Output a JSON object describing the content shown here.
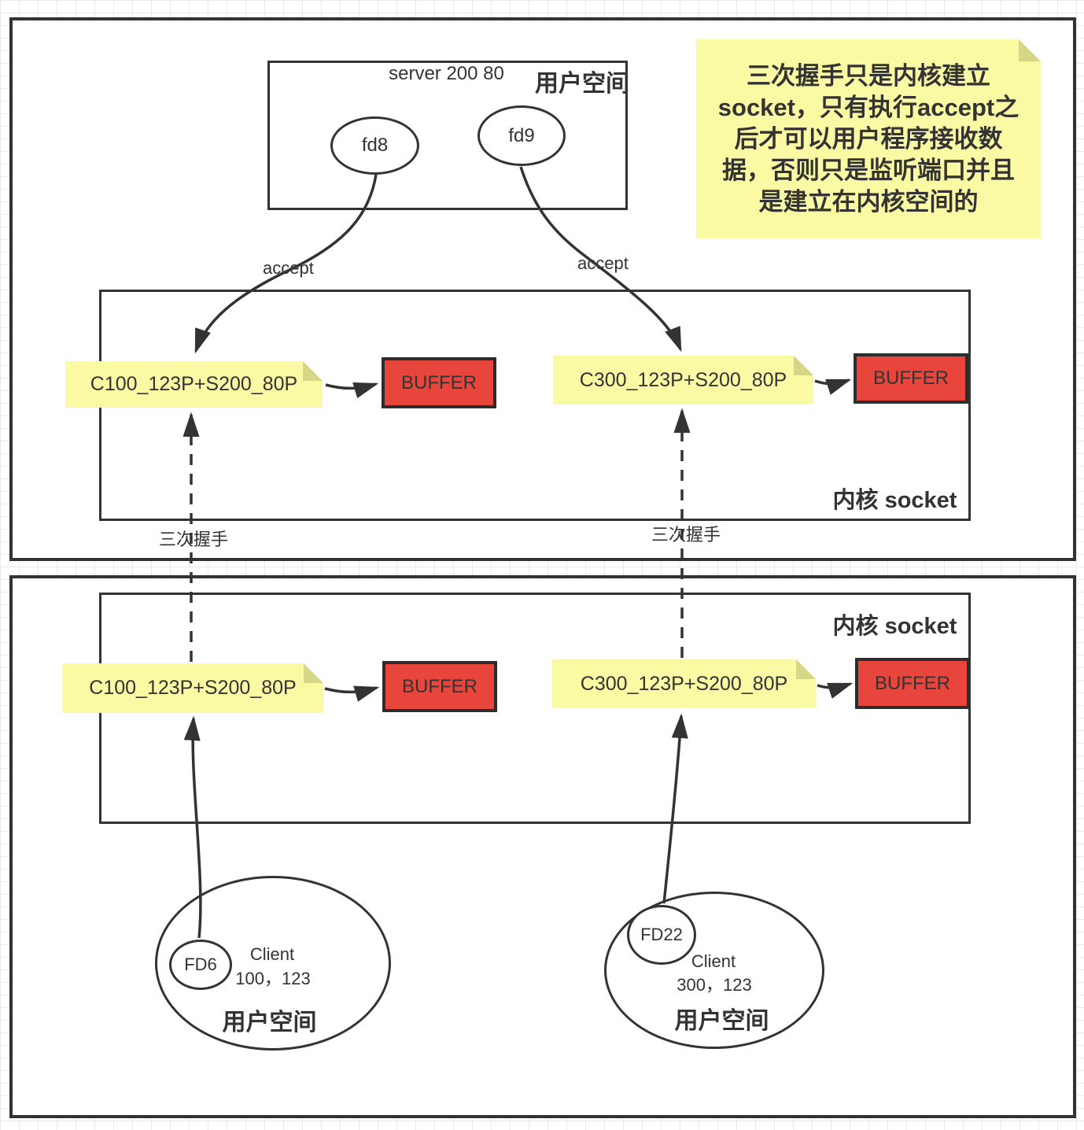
{
  "colors": {
    "line": "#333333",
    "grid": "#e9e9e9",
    "note_fill": "#FAFAA5",
    "note_fold": "#D6D687",
    "buffer_fill": "#E8463C",
    "box_fill": "#ffffff"
  },
  "top": {
    "server": {
      "title": "server 200 80",
      "space_label": "用户空间",
      "fd1": "fd8",
      "fd2": "fd9"
    },
    "sticky_note": {
      "lines": [
        "三次握手只是内核建立",
        "socket，只有执行accept之",
        "后才可以用户程序接收数",
        "据，否则只是监听端口并且",
        "是建立在内核空间的"
      ]
    },
    "accept1": "accept",
    "accept2": "accept",
    "kernel_label": "内核 socket",
    "sock1": "C100_123P+S200_80P",
    "sock2": "C300_123P+S200_80P",
    "buffer": "BUFFER",
    "handshake1": "三次握手",
    "handshake2": "三次握手"
  },
  "bottom": {
    "kernel_label": "内核 socket",
    "sock1": "C100_123P+S200_80P",
    "sock2": "C300_123P+S200_80P",
    "buffer": "BUFFER",
    "client1": {
      "fd": "FD6",
      "name": "Client",
      "addr": "100，123",
      "space_label": "用户空间"
    },
    "client2": {
      "fd": "FD22",
      "name": "Client",
      "addr": "300，123",
      "space_label": "用户空间"
    }
  }
}
